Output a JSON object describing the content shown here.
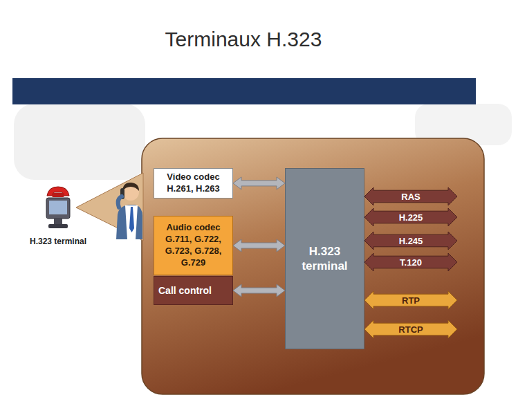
{
  "diagram": {
    "title": "Terminaux H.323",
    "nodes": [
      {
        "text": [
          "Video codec",
          "H.261, H.263"
        ]
      },
      {
        "text": [
          "Audio codec",
          "G.711, G.722, G.723, G.728, G.729"
        ]
      },
      {
        "text": [
          "Call control"
        ]
      },
      {
        "text": [
          "H.323 terminal"
        ]
      },
      {
        "text": [
          "RAS"
        ]
      },
      {
        "text": [
          "H.225"
        ]
      },
      {
        "text": [
          "H.245"
        ]
      },
      {
        "text": [
          "T.120"
        ]
      },
      {
        "text": [
          "RTP"
        ]
      },
      {
        "text": [
          "RTCP"
        ]
      }
    ],
    "edges": [
      {
        "from": 0,
        "to": 3,
        "arrow": "both"
      },
      {
        "from": 1,
        "to": 3,
        "arrow": "both"
      },
      {
        "from": 2,
        "to": 3,
        "arrow": "both"
      }
    ],
    "labels": [
      "H.323 terminal"
    ]
  }
}
